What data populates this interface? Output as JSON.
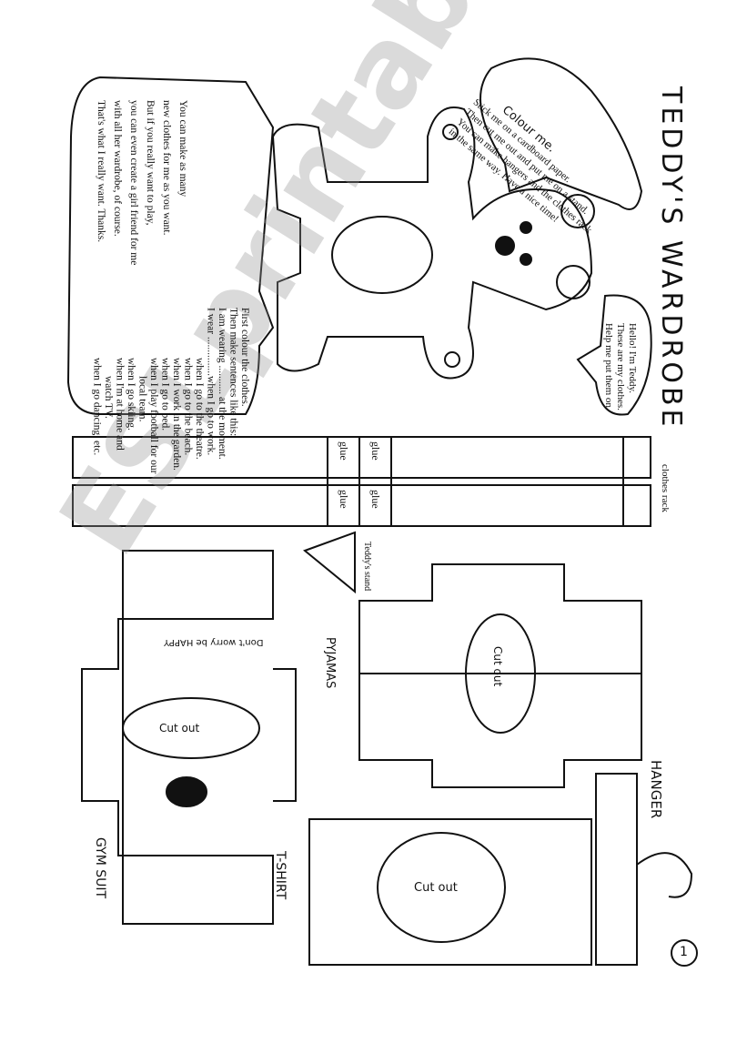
{
  "title": "TEDDY'S WARDROBE",
  "bubble_left": {
    "lines": [
      "You can make as many",
      "new clothes for me as you want.",
      "But if you really want to play,",
      "you can even create a girl friend for me",
      "with all her wardrobe, of course.",
      "That's what I really want. Thanks."
    ]
  },
  "instructions": {
    "lines": [
      "First colour the clothes.",
      "Then make sentences like this:",
      "I am wearing ........... at the moment.",
      "I wear ...............when I go to work.",
      "when I go to the theatre.",
      "when I go to the beach.",
      "when I work in the garden.",
      "when I go to bed.",
      "when I play football for our",
      "local team.",
      "when I go skiing.",
      "when I'm at home and",
      "watch TV.",
      "when I go dancing.         etc."
    ]
  },
  "bubble_top": {
    "heading": "Colour me.",
    "lines": [
      "Stick me on a cardboard paper.",
      "Then cut me out and put me on a stand.",
      "You can make hangers and the clothes rack",
      "in the same way. Have a nice time!"
    ]
  },
  "bubble_teddy": {
    "lines": [
      "Hello! I'm Teddy.",
      "These are my clothes.",
      "Help me put them on."
    ]
  },
  "labels": {
    "clothes_rack": "clothes rack",
    "glue": "glue",
    "teddys_stand": "Teddy's stand",
    "pyjamas": "PYJAMAS",
    "hanger": "HANGER",
    "tshirt": "T-SHIRT",
    "gym_suit": "GYM SUIT",
    "cut_out": "Cut out",
    "sun_text": "Don't worry be HAPPY",
    "page_number": "1"
  },
  "watermark": "ESLprintables.com"
}
